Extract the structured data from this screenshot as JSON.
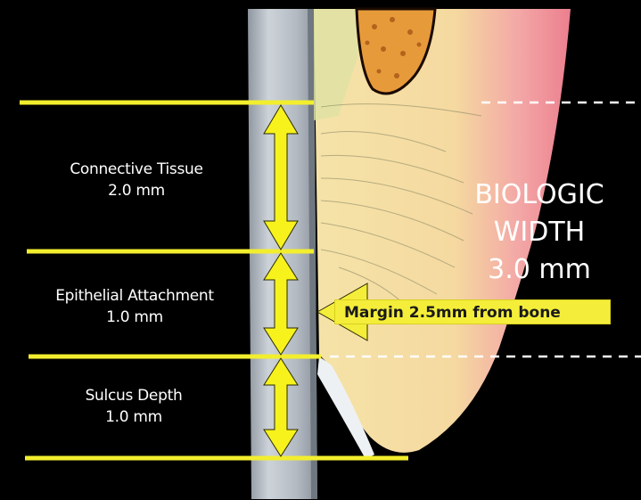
{
  "zones": [
    {
      "name": "Connective Tissue",
      "value": "2.0 mm"
    },
    {
      "name": "Epithelial Attachment",
      "value": "1.0 mm"
    },
    {
      "name": "Sulcus Depth",
      "value": "1.0 mm"
    }
  ],
  "biologic_width": {
    "line1": "BIOLOGIC",
    "line2": "WIDTH",
    "line3": "3.0 mm"
  },
  "margin_note": "Margin 2.5mm from bone",
  "colors": {
    "background": "#000000",
    "guide_line": "#f2ee2e",
    "arrow": "#f7f21c",
    "gingiva_pink": "#f09aa0",
    "tissue_yellow": "#f6e6a6",
    "bone_orange": "#e79a3a",
    "tooth_gray": "#b5bcc4"
  }
}
